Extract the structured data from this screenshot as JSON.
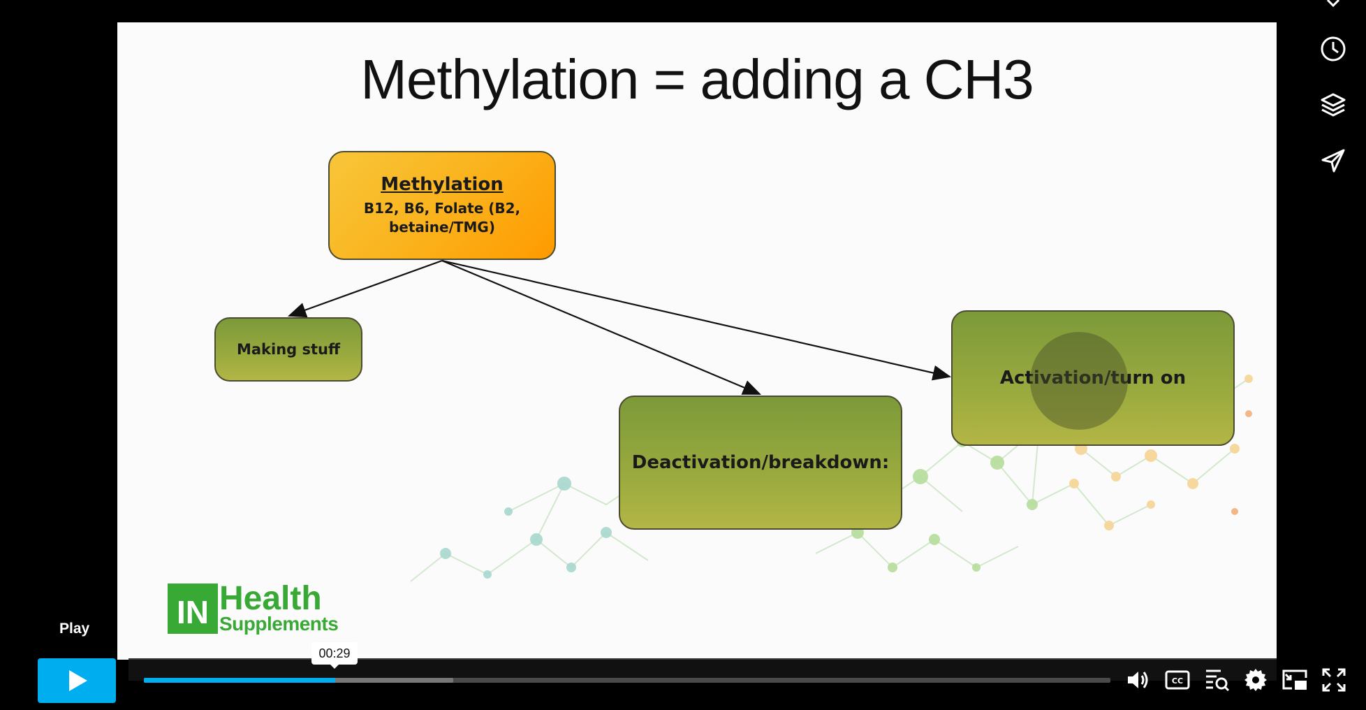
{
  "slide": {
    "title": "Methylation = adding a CH3",
    "nodes": {
      "methylation_heading": "Methylation",
      "methylation_sub_1": "B12, B6, Folate (B2,",
      "methylation_sub_2": "betaine/TMG)",
      "making_stuff": "Making stuff",
      "deactivation": "Deactivation/breakdown:",
      "activation": "Activation/turn on"
    },
    "logo": {
      "in": "IN",
      "health": "Health",
      "supplements": "Supplements"
    }
  },
  "player": {
    "play_label": "Play",
    "hover_time": "00:29",
    "progress_played_fraction": 0.198,
    "progress_buffered_fraction": 0.32,
    "accent_color": "#00adef"
  },
  "icons": {
    "side": [
      "clock-icon",
      "layers-icon",
      "send-icon"
    ],
    "controls": [
      "volume-icon",
      "closed-captions-icon",
      "transcript-icon",
      "settings-icon",
      "picture-in-picture-icon",
      "fullscreen-icon"
    ]
  }
}
